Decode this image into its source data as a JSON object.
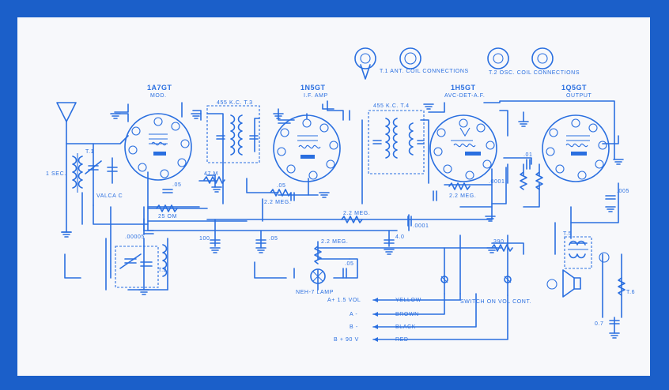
{
  "tubes": [
    {
      "type": "1A7GT",
      "function": "MOD."
    },
    {
      "type": "1N5GT",
      "function": "I.F. AMP"
    },
    {
      "type": "1H5GT",
      "function": "AVC-DET-A.F."
    },
    {
      "type": "1Q5GT",
      "function": "OUTPUT"
    }
  ],
  "transformers": {
    "t1": "455 K.C. T.3",
    "t2": "455 K.C. T.4",
    "t5": "T.5",
    "osc": "T.2",
    "ant": "T.1",
    "speaker": "T.6"
  },
  "coil_connections": {
    "antenna": "T.1 ANT. COIL CONNECTIONS",
    "oscillator": "T.2 OSC. COIL CONNECTIONS"
  },
  "components": {
    "r_47m": "47 M",
    "r_22meg_a": "2.2 MEG.",
    "r_22meg_b": "2.2 MEG.",
    "r_22meg_c": "2.2 MEG.",
    "r_22meg_d": "2.2 MEG.",
    "r_25om": "25 OM",
    "r_390": "390",
    "c_05a": ".05",
    "c_05b": ".05",
    "c_05c": ".05",
    "c_01": ".01",
    "c_0001a": ".0001",
    "c_0001b": ".0001",
    "c_00005": ".00005",
    "c_05d": ".05",
    "c_40": "4.0",
    "c_005": ".005",
    "c_07": "0.7",
    "c_100": "100",
    "c_1sec": "1 SEC.",
    "vaca": "VALCA C"
  },
  "pilot": "NEH-7 LAMP",
  "switch": "SWITCH ON VOL CONT.",
  "leads": [
    {
      "terminal": "A+ 1.5 VOL",
      "color": "YELLOW"
    },
    {
      "terminal": "A -",
      "color": "BROWN"
    },
    {
      "terminal": "B -",
      "color": "BLACK"
    },
    {
      "terminal": "B + 90 V",
      "color": "RED"
    }
  ],
  "colors": {
    "border": "#1b5fc9",
    "ink": "#2a6fe0",
    "paper": "#f7f8fb"
  }
}
